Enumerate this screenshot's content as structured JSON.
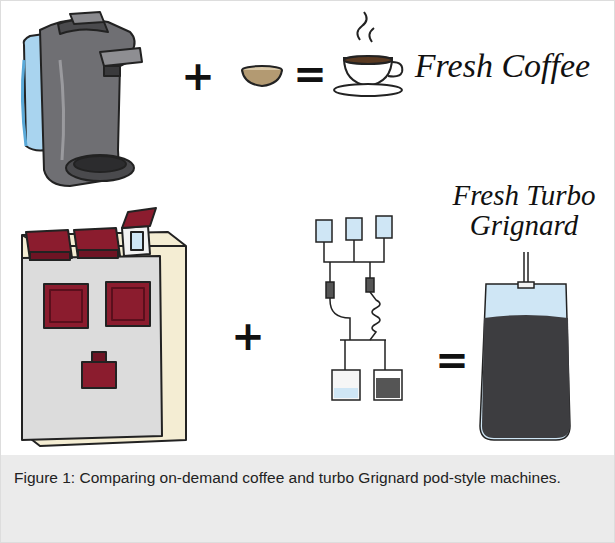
{
  "diagram": {
    "caption": "Figure 1: Comparing on-demand coffee and turbo Grignard pod-style machines.",
    "labels": [
      "+",
      "=",
      "Fresh Coffee",
      "+",
      "=",
      "Fresh Turbo Grignard"
    ]
  }
}
